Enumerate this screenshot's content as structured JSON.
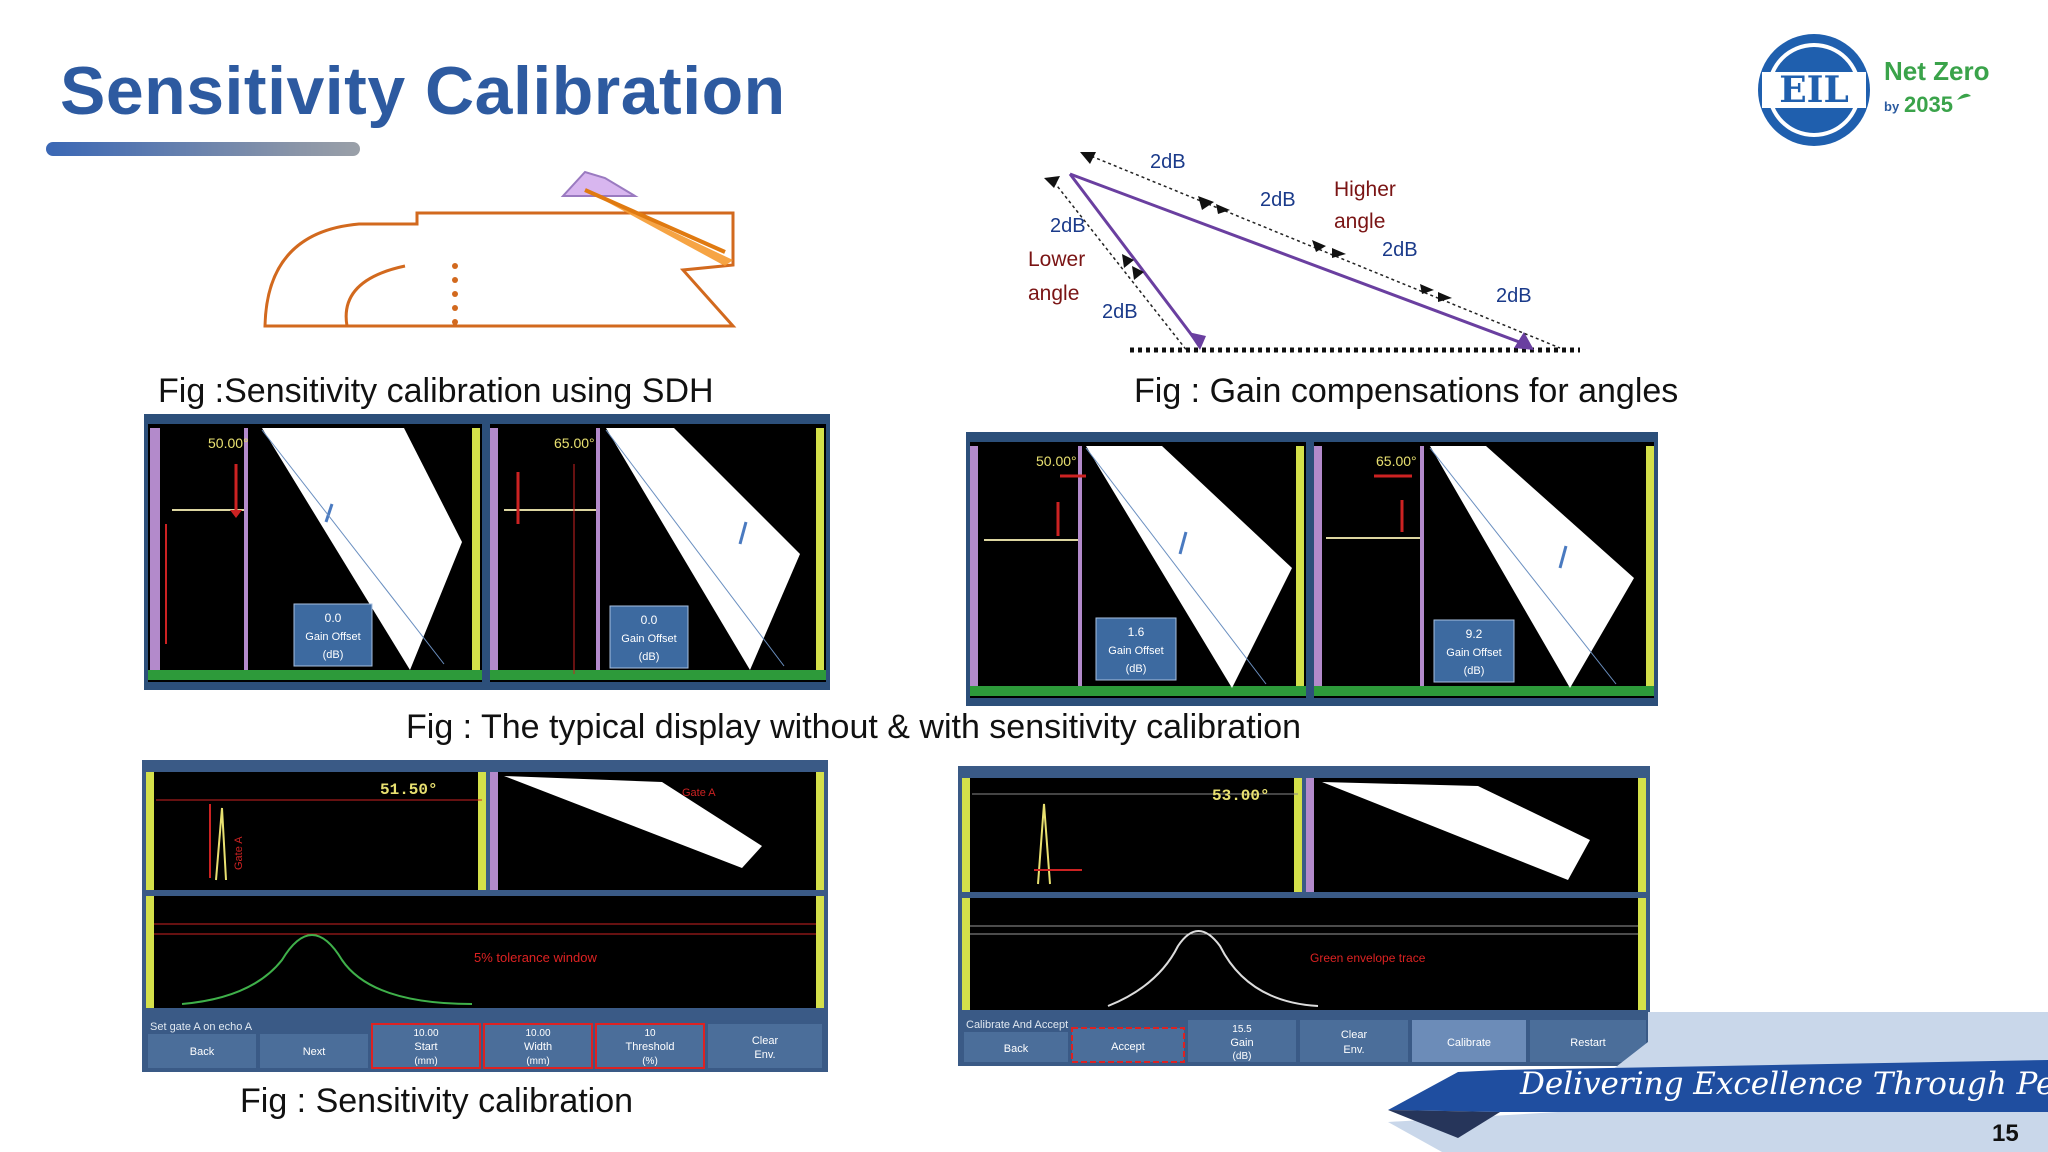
{
  "slide": {
    "title": "Sensitivity Calibration",
    "page_number": "15",
    "tagline": "Delivering Excellence Through People"
  },
  "logo": {
    "eil_text": "EIL",
    "net_zero": "Net Zero",
    "by": "by",
    "year": "2035"
  },
  "captions": {
    "sdh": "Fig :Sensitivity calibration using SDH",
    "gain_angles": "Fig : Gain compensations for angles",
    "typical_display": "Fig : The typical display without  & with sensitivity calibration",
    "sensitivity": "Fig :  Sensitivity calibration"
  },
  "gain_diagram": {
    "db_label": "2dB",
    "higher_1": "Higher",
    "higher_2": "angle",
    "lower_1": "Lower",
    "lower_2": "angle"
  },
  "displays": [
    {
      "angle": "50.00°",
      "value": "0.0",
      "label1": "Gain Offset",
      "label2": "(dB)"
    },
    {
      "angle": "65.00°",
      "value": "0.0",
      "label1": "Gain Offset",
      "label2": "(dB)"
    },
    {
      "angle": "50.00°",
      "value": "1.6",
      "label1": "Gain Offset",
      "label2": "(dB)"
    },
    {
      "angle": "65.00°",
      "value": "9.2",
      "label1": "Gain Offset",
      "label2": "(dB)"
    }
  ],
  "calib_left": {
    "angle": "51.50°",
    "gate": "Gate A",
    "tolerance": "5% tolerance window",
    "status": "Set gate A on echo A",
    "buttons": [
      {
        "top": "",
        "mid": "Back",
        "bot": ""
      },
      {
        "top": "",
        "mid": "Next",
        "bot": ""
      },
      {
        "top": "10.00",
        "mid": "Start",
        "bot": "(mm)"
      },
      {
        "top": "10.00",
        "mid": "Width",
        "bot": "(mm)"
      },
      {
        "top": "10",
        "mid": "Threshold",
        "bot": "(%)"
      },
      {
        "top": "",
        "mid": "Clear",
        "bot": "Env."
      }
    ]
  },
  "calib_right": {
    "angle": "53.00°",
    "envelope": "Green envelope trace",
    "status": "Calibrate And Accept",
    "buttons": [
      {
        "top": "",
        "mid": "Back",
        "bot": ""
      },
      {
        "top": "",
        "mid": "Accept",
        "bot": ""
      },
      {
        "top": "15.5",
        "mid": "Gain",
        "bot": "(dB)"
      },
      {
        "top": "",
        "mid": "Clear",
        "bot": "Env."
      },
      {
        "top": "",
        "mid": "Calibrate",
        "bot": ""
      },
      {
        "top": "",
        "mid": "Restart",
        "bot": ""
      }
    ]
  },
  "colors": {
    "title_blue": "#2d5aa0",
    "probe_orange": "#d2691e",
    "beam_purple": "#6a3fa0",
    "green_brand": "#3aa34a",
    "screen_frame": "#2c4f7a"
  }
}
